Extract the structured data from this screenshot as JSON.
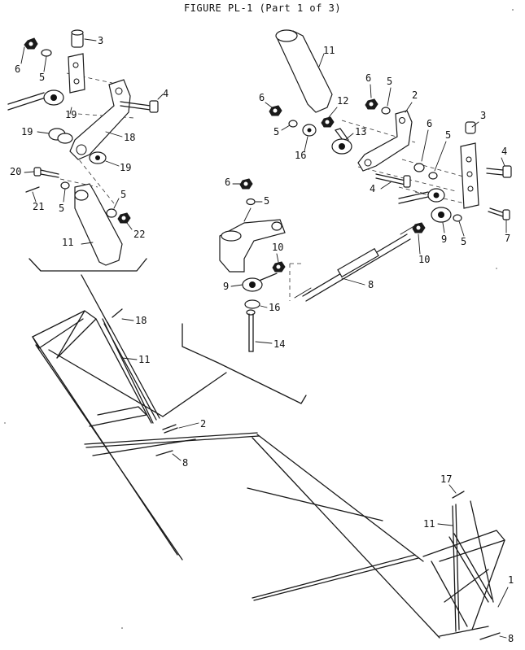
{
  "figure": {
    "title": "FIGURE PL-1 (Part 1 of 3)"
  },
  "callouts": {
    "c1": "1",
    "c2": "2",
    "c3": "3",
    "c4": "4",
    "c5": "5",
    "c6": "6",
    "c7": "7",
    "c8": "8",
    "c9": "9",
    "c10": "10",
    "c11": "11",
    "c12": "12",
    "c13": "13",
    "c14": "14",
    "c16": "16",
    "c17": "17",
    "c18": "18",
    "c19": "19",
    "c20": "20",
    "c21": "21",
    "c22": "22"
  }
}
